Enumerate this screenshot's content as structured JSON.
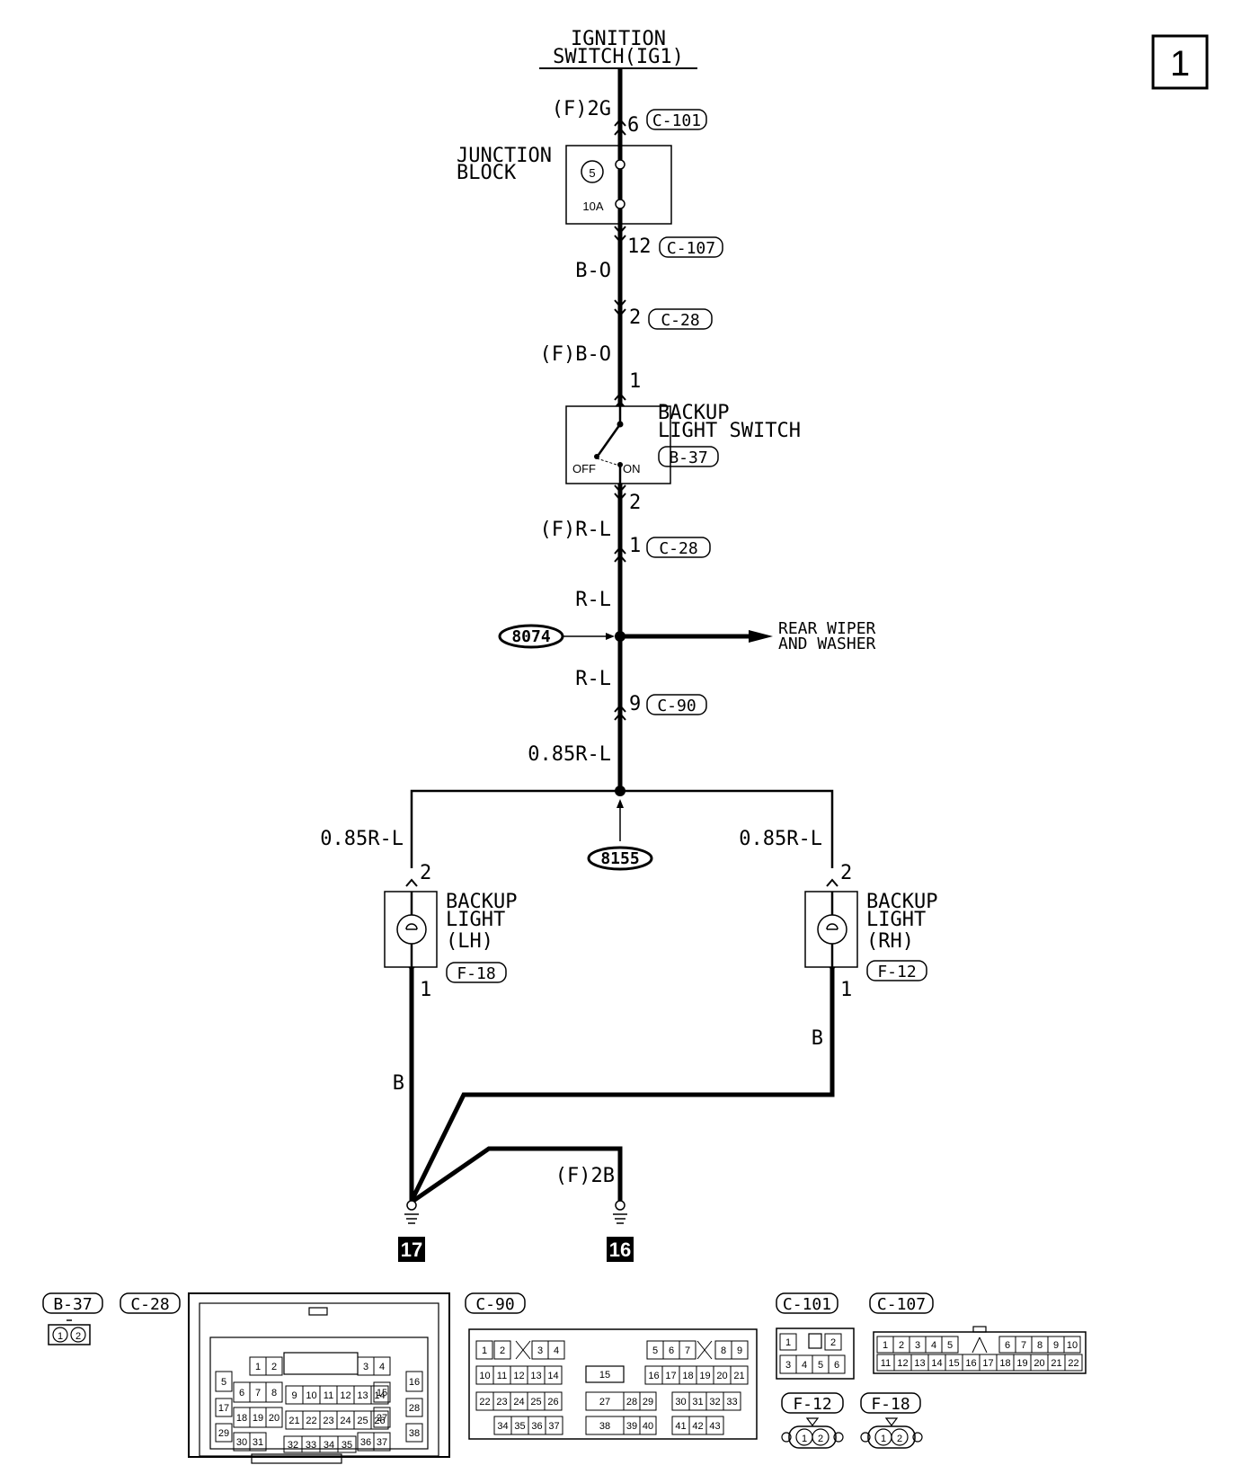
{
  "page_number": "1",
  "ignition": {
    "line1": "IGNITION",
    "line2": "SWITCH(IG1)"
  },
  "wires": {
    "f2g": "(F)2G",
    "b_o": "B-O",
    "f_b_o": "(F)B-O",
    "f_r_l": "(F)R-L",
    "r_l_upper": "R-L",
    "r_l_lower": "R-L",
    "r_l_085": "0.85R-L",
    "left_085": "0.85R-L",
    "right_085": "0.85R-L",
    "b_left": "B",
    "b_right": "B",
    "f2b": "(F)2B"
  },
  "pins": {
    "c101_pin": "6",
    "c107_pin": "12",
    "c28_pin_a": "2",
    "switch_in": "1",
    "switch_out": "2",
    "c28_pin_b": "1",
    "c90_pin": "9",
    "lh_top": "2",
    "lh_bot": "1",
    "rh_top": "2",
    "rh_bot": "1"
  },
  "connectors": {
    "c101": "C-101",
    "c107": "C-107",
    "c28_a": "C-28",
    "b37": "B-37",
    "c28_b": "C-28",
    "c90": "C-90",
    "f18": "F-18",
    "f12": "F-12"
  },
  "junction_block": {
    "line1": "JUNCTION",
    "line2": "BLOCK",
    "fuse_no": "5",
    "rating": "10A"
  },
  "switch": {
    "line1": "BACKUP",
    "line2": "LIGHT SWITCH",
    "off": "OFF",
    "on": "ON"
  },
  "splices": {
    "s074": "8074",
    "s155": "8155"
  },
  "rear": {
    "line1": "REAR WIPER",
    "line2": "AND WASHER"
  },
  "lamp_lh": {
    "line1": "BACKUP",
    "line2": "LIGHT",
    "line3": "(LH)"
  },
  "lamp_rh": {
    "line1": "BACKUP",
    "line2": "LIGHT",
    "line3": "(RH)"
  },
  "grounds": {
    "g17": "17",
    "g16": "16"
  },
  "views": {
    "b37": {
      "label": "B-37",
      "pins": [
        "1",
        "2"
      ]
    },
    "c28": {
      "label": "C-28",
      "pins": [
        "1",
        "2",
        "3",
        "4",
        "5",
        "6",
        "7",
        "8",
        "9",
        "10",
        "11",
        "12",
        "13",
        "14",
        "15",
        "16",
        "17",
        "18",
        "19",
        "20",
        "21",
        "22",
        "23",
        "24",
        "25",
        "26",
        "27",
        "28",
        "29",
        "30",
        "31",
        "32",
        "33",
        "34",
        "35",
        "36",
        "37",
        "38"
      ]
    },
    "c90": {
      "label": "C-90",
      "pins": [
        "1",
        "2",
        "3",
        "4",
        "5",
        "6",
        "7",
        "8",
        "9",
        "10",
        "11",
        "12",
        "13",
        "14",
        "15",
        "16",
        "17",
        "18",
        "19",
        "20",
        "21",
        "22",
        "23",
        "24",
        "25",
        "26",
        "27",
        "28",
        "29",
        "30",
        "31",
        "32",
        "33",
        "34",
        "35",
        "36",
        "37",
        "38",
        "39",
        "40",
        "41",
        "42",
        "43"
      ]
    },
    "c101": {
      "label": "C-101",
      "pins": [
        "1",
        "2",
        "3",
        "4",
        "5",
        "6"
      ]
    },
    "c107": {
      "label": "C-107",
      "pins": [
        "1",
        "2",
        "3",
        "4",
        "5",
        "6",
        "7",
        "8",
        "9",
        "10",
        "11",
        "12",
        "13",
        "14",
        "15",
        "16",
        "17",
        "18",
        "19",
        "20",
        "21",
        "22"
      ]
    },
    "f12": {
      "label": "F-12",
      "pins": [
        "1",
        "2"
      ]
    },
    "f18": {
      "label": "F-18",
      "pins": [
        "1",
        "2"
      ]
    }
  }
}
